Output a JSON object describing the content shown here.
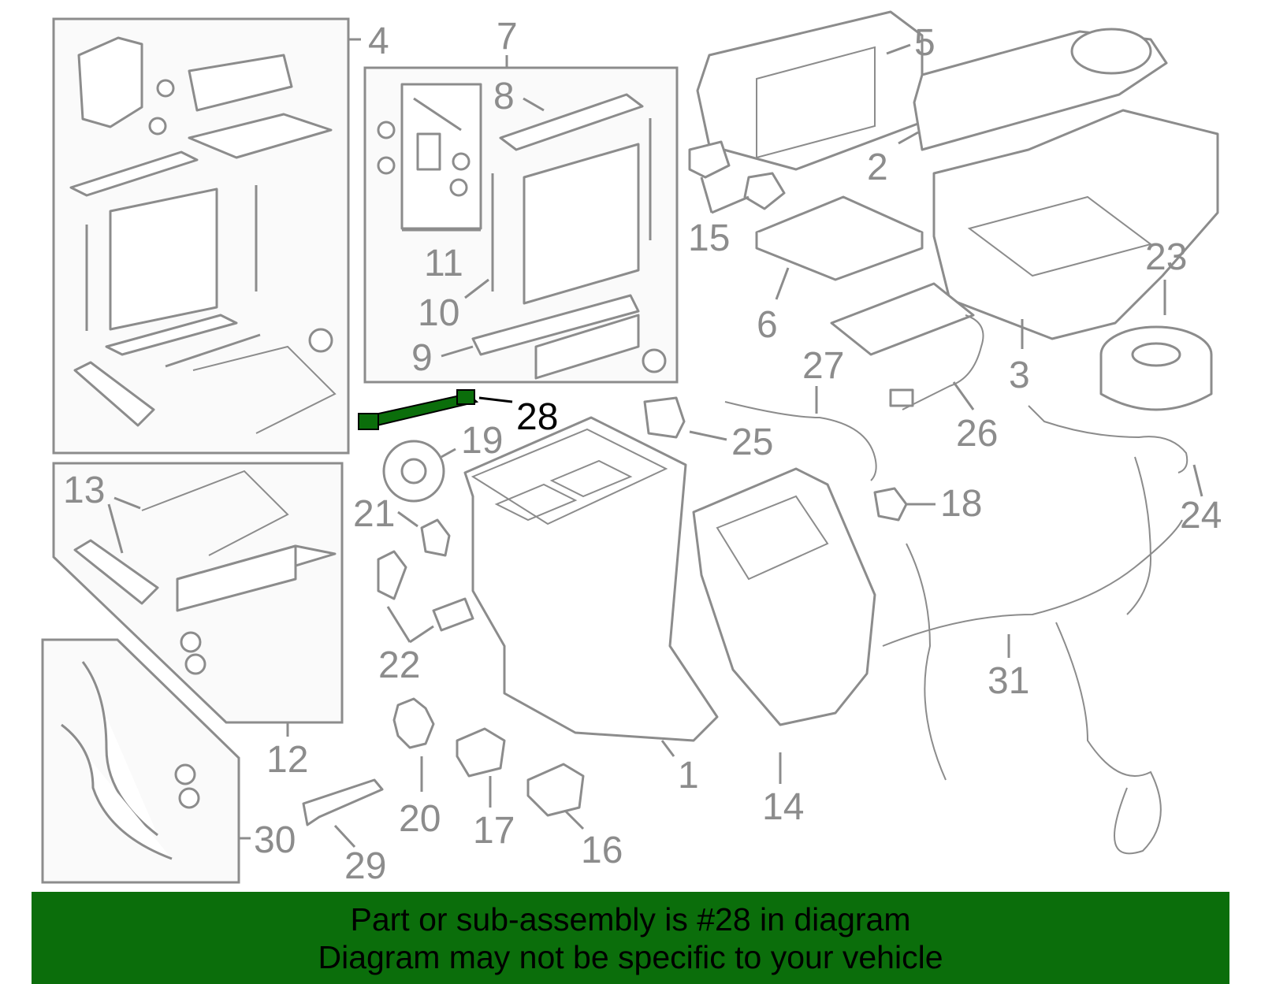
{
  "diagram": {
    "callouts": [
      "1",
      "2",
      "3",
      "4",
      "5",
      "6",
      "7",
      "8",
      "9",
      "10",
      "11",
      "12",
      "13",
      "14",
      "15",
      "16",
      "17",
      "18",
      "19",
      "20",
      "21",
      "22",
      "23",
      "24",
      "25",
      "26",
      "27",
      "28",
      "29",
      "30",
      "31"
    ],
    "highlighted_callout": "28",
    "colors": {
      "linework": "#8c8c8c",
      "highlight_part": "#0b6e0b",
      "highlight_label": "#000000",
      "banner_bg": "#0b6e0b"
    }
  },
  "banner": {
    "line1": "Part or sub-assembly is #28 in diagram",
    "line2": "Diagram may not be specific to your vehicle"
  }
}
